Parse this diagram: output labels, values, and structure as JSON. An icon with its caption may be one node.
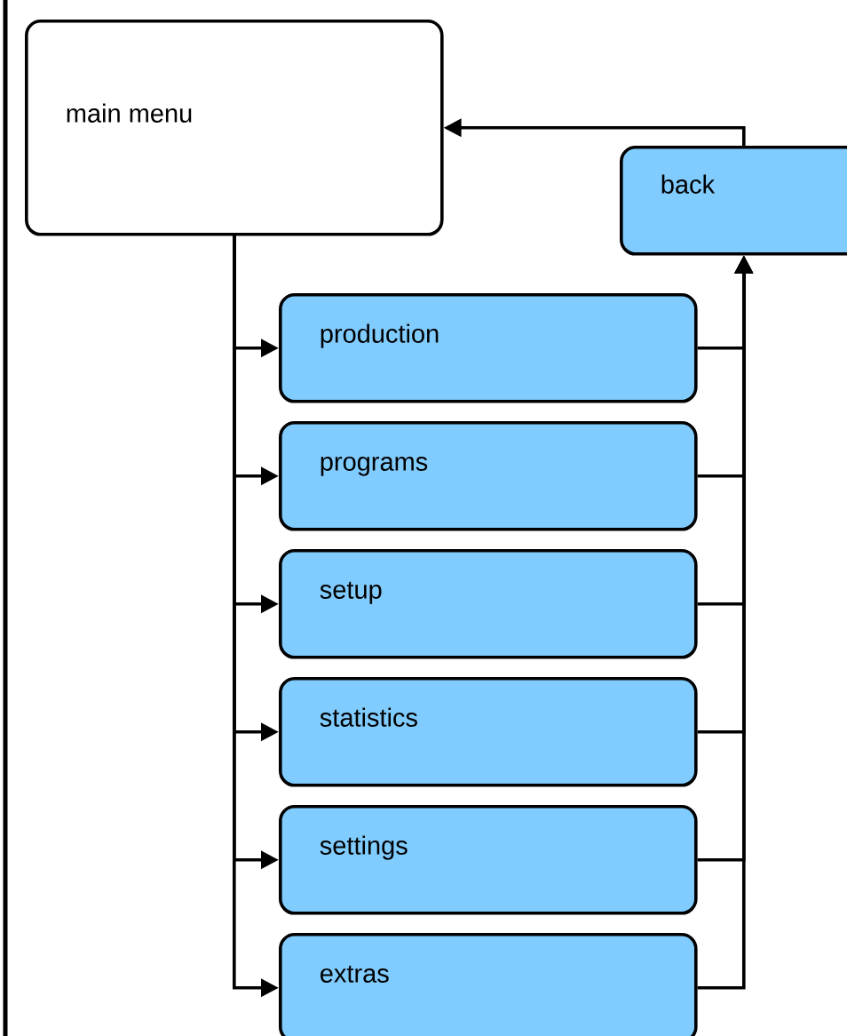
{
  "diagram": {
    "nodes": [
      {
        "text": [
          "main menu"
        ]
      },
      {
        "text": [
          "back"
        ]
      },
      {
        "text": [
          "production"
        ]
      },
      {
        "text": [
          "programs"
        ]
      },
      {
        "text": [
          "setup"
        ]
      },
      {
        "text": [
          "statistics"
        ]
      },
      {
        "text": [
          "settings"
        ]
      },
      {
        "text": [
          "extras"
        ]
      }
    ],
    "edges": [
      {
        "from": 0,
        "to": 2,
        "arrow": "to"
      },
      {
        "from": 0,
        "to": 3,
        "arrow": "to"
      },
      {
        "from": 0,
        "to": 4,
        "arrow": "to"
      },
      {
        "from": 0,
        "to": 5,
        "arrow": "to"
      },
      {
        "from": 0,
        "to": 6,
        "arrow": "to"
      },
      {
        "from": 0,
        "to": 7,
        "arrow": "to"
      },
      {
        "from": 2,
        "to": 1,
        "arrow": "to"
      },
      {
        "from": 3,
        "to": 1,
        "arrow": "to"
      },
      {
        "from": 4,
        "to": 1,
        "arrow": "to"
      },
      {
        "from": 5,
        "to": 1,
        "arrow": "to"
      },
      {
        "from": 6,
        "to": 1,
        "arrow": "to"
      },
      {
        "from": 7,
        "to": 1,
        "arrow": "to"
      },
      {
        "from": 1,
        "to": 0,
        "arrow": "to"
      }
    ]
  }
}
